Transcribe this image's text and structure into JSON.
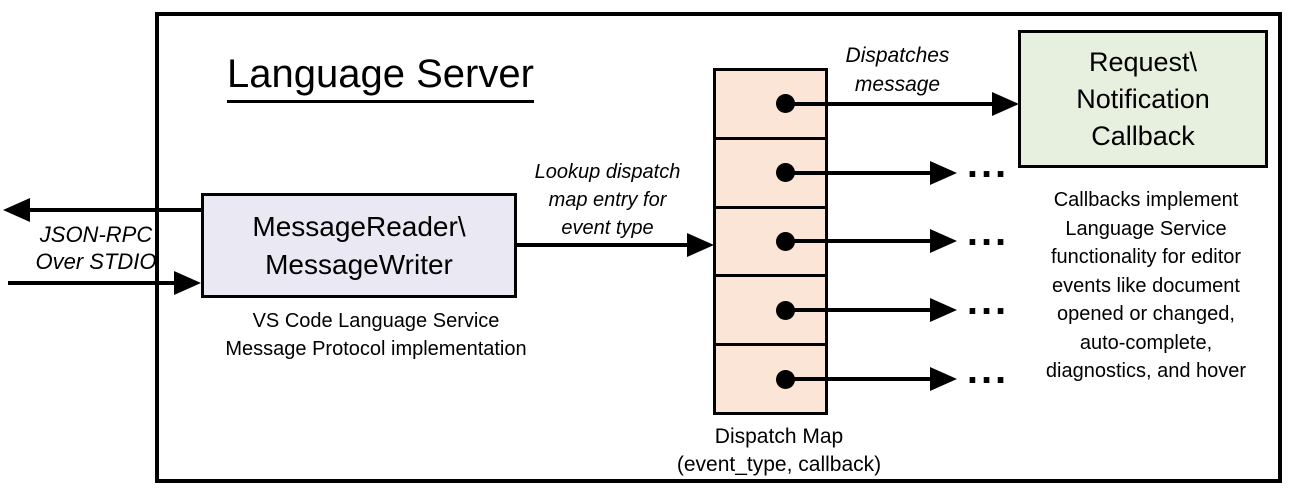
{
  "colors": {
    "reader_box_fill": "#E9E8F3",
    "dispatch_map_fill": "#FBE5D6",
    "callback_box_fill": "#E7EFDE",
    "line_color": "#000000"
  },
  "diagram": {
    "title": "Language Server",
    "io_label": {
      "line1": "JSON-RPC",
      "line2": "Over STDIO"
    },
    "reader_box": {
      "line1": "MessageReader\\",
      "line2": "MessageWriter"
    },
    "reader_caption": {
      "line1": "VS Code Language Service",
      "line2": "Message Protocol implementation"
    },
    "lookup_label": {
      "line1": "Lookup dispatch",
      "line2": "map entry for",
      "line3": "event type"
    },
    "dispatch_label": {
      "line1": "Dispatches",
      "line2": "message"
    },
    "callback_box": {
      "line1": "Request\\",
      "line2": "Notification",
      "line3": "Callback"
    },
    "callback_note": {
      "line1": "Callbacks implement",
      "line2": "Language Service",
      "line3": "functionality for editor",
      "line4": "events like document",
      "line5": "opened or changed,",
      "line6": "auto-complete,",
      "line7": "diagnostics, and hover"
    },
    "dispatch_map_caption": {
      "line1": "Dispatch Map",
      "line2": "(event_type, callback)"
    },
    "ellipsis": "..."
  }
}
